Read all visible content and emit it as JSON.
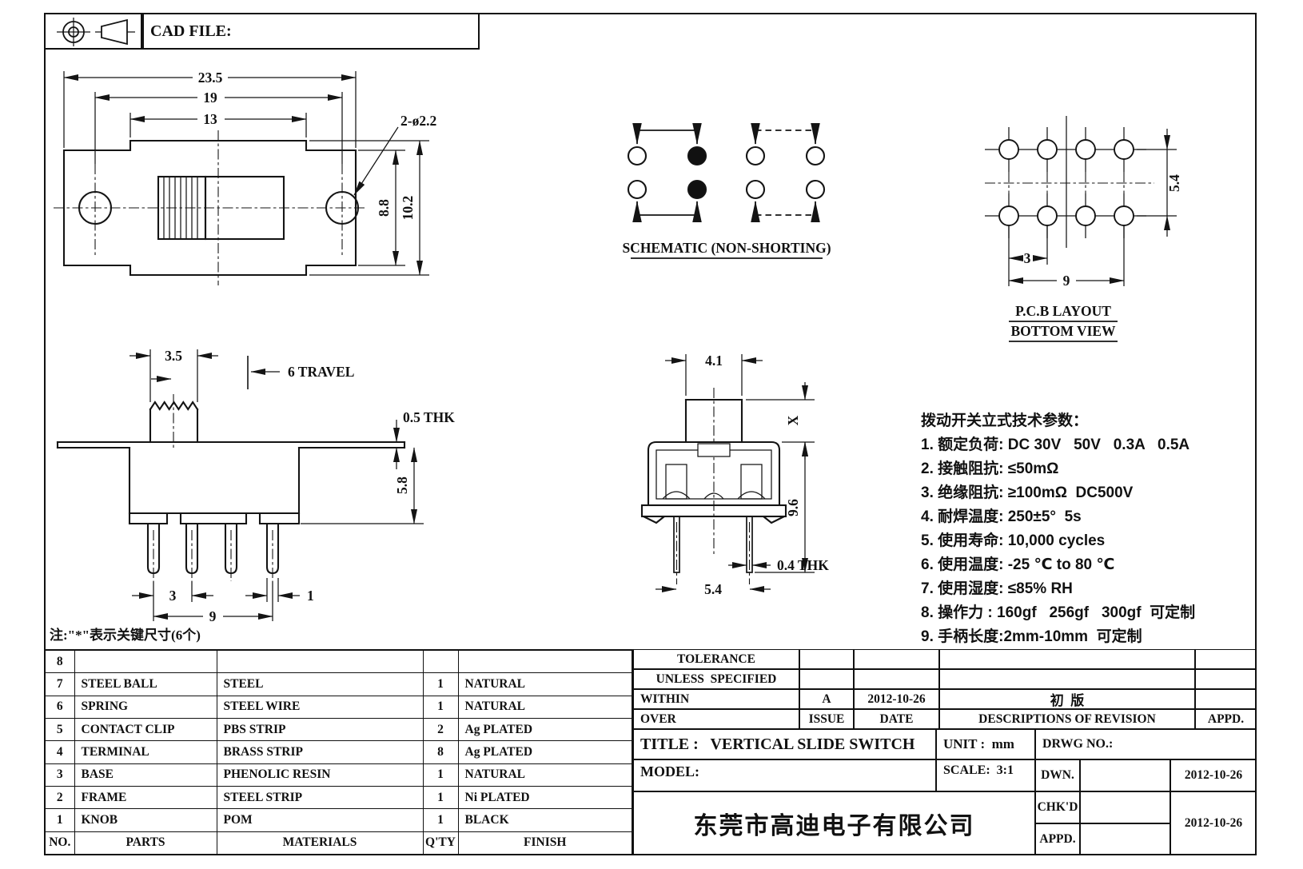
{
  "colors": {
    "line": "#141414",
    "background": "#ffffff"
  },
  "header": {
    "cad_file_label": "CAD FILE:"
  },
  "top_view": {
    "dim_overall_width": "23.5",
    "dim_hole_spacing": "19",
    "dim_slot_width": "13",
    "dim_holes": "2-ø2.2",
    "dim_inner_height": "8.8",
    "dim_overall_height": "10.2"
  },
  "schematic": {
    "caption": "SCHEMATIC (NON-SHORTING)"
  },
  "pcb_layout": {
    "dim_row_spacing": "5.4",
    "dim_pin_pitch": "3",
    "dim_span": "9",
    "caption_line1": "P.C.B LAYOUT",
    "caption_line2": "BOTTOM VIEW"
  },
  "front_view": {
    "dim_knob_width": "3.5",
    "dim_travel": "6 TRAVEL",
    "dim_flange_thk": "0.5 THK",
    "dim_body_height": "5.8",
    "dim_pin_pitch": "3",
    "dim_pin_width": "1",
    "dim_pin_span": "9"
  },
  "side_view": {
    "dim_knob_width": "4.1",
    "dim_knob_height": "X",
    "dim_body_height": "9.6",
    "dim_pin_thk": "0.4 THK",
    "dim_pin_span": "5.4"
  },
  "note": "注:\"*\"表示关键尺寸(6个)",
  "specs": {
    "title": "拨动开关立式技术参数：",
    "items": [
      "1. 额定负荷: DC 30V   50V   0.3A   0.5A",
      "2. 接触阻抗: ≤50mΩ",
      "3. 绝缘阻抗: ≥100mΩ  DC500V",
      "4. 耐焊温度: 250±5°  5s",
      "5. 使用寿命: 10,000 cycles",
      "6. 使用温度: -25 ℃ to 80 ℃",
      "7. 使用湿度: ≤85% RH",
      "8. 操作力 : 160gf   256gf   300gf  可定制",
      "9. 手柄长度:2mm-10mm  可定制"
    ]
  },
  "parts_table": {
    "headers": {
      "no": "NO.",
      "parts": "PARTS",
      "materials": "MATERIALS",
      "qty": "Q'TY",
      "finish": "FINISH"
    },
    "rows": [
      {
        "no": "8",
        "part": "",
        "material": "",
        "qty": "",
        "finish": ""
      },
      {
        "no": "7",
        "part": "STEEL BALL",
        "material": "STEEL",
        "qty": "1",
        "finish": "NATURAL"
      },
      {
        "no": "6",
        "part": "SPRING",
        "material": "STEEL WIRE",
        "qty": "1",
        "finish": "NATURAL"
      },
      {
        "no": "5",
        "part": "CONTACT CLIP",
        "material": "PBS STRIP",
        "qty": "2",
        "finish": "Ag PLATED"
      },
      {
        "no": "4",
        "part": "TERMINAL",
        "material": "BRASS STRIP",
        "qty": "8",
        "finish": "Ag PLATED"
      },
      {
        "no": "3",
        "part": "BASE",
        "material": "PHENOLIC RESIN",
        "qty": "1",
        "finish": "NATURAL"
      },
      {
        "no": "2",
        "part": "FRAME",
        "material": "STEEL STRIP",
        "qty": "1",
        "finish": "Ni PLATED"
      },
      {
        "no": "1",
        "part": "KNOB",
        "material": "POM",
        "qty": "1",
        "finish": "BLACK"
      }
    ]
  },
  "title_block": {
    "tolerance_line1": "TOLERANCE",
    "tolerance_line2": "UNLESS  SPECIFIED",
    "within_label": "WITHIN",
    "over_label": "OVER",
    "issue_value": "A",
    "date_value": "2012-10-26",
    "revision_desc": "初  版",
    "issue_label": "ISSUE",
    "date_label": "DATE",
    "desc_label": "DESCRIPTIONS OF REVISION",
    "appd_col_label": "APPD.",
    "title": "TITLE :   VERTICAL SLIDE SWITCH",
    "unit": "UNIT :  mm",
    "drwg_no": "DRWG NO.:",
    "model": "MODEL:",
    "scale": "SCALE:  3:1",
    "dwn_label": "DWN.",
    "chkd_label": "CHK'D",
    "appd_label": "APPD.",
    "company": "东莞市高迪电子有限公司",
    "dwn_date": "2012-10-26",
    "chk_date": "2012-10-26"
  }
}
